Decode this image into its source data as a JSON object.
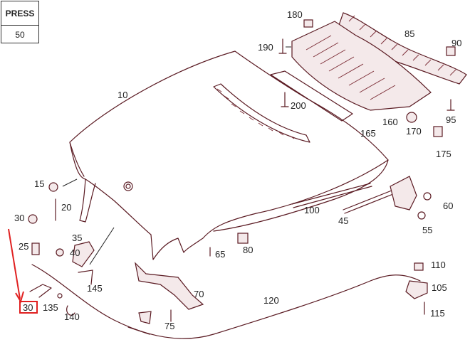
{
  "badge": {
    "label": "PRESS",
    "number": "50"
  },
  "callouts": {
    "p10": "10",
    "p15": "15",
    "p20": "20",
    "p25": "25",
    "p30": "30",
    "p30_highlight": "30",
    "p35": "35",
    "p40": "40",
    "p45": "45",
    "p55": "55",
    "p60": "60",
    "p65": "65",
    "p70": "70",
    "p75": "75",
    "p80": "80",
    "p85": "85",
    "p90": "90",
    "p95": "95",
    "p100": "100",
    "p105": "105",
    "p110": "110",
    "p115": "115",
    "p120": "120",
    "p135": "135",
    "p140": "140",
    "p145": "145",
    "p160": "160",
    "p165": "165",
    "p170": "170",
    "p175": "175",
    "p180": "180",
    "p190": "190",
    "p200": "200"
  },
  "colors": {
    "line": "#5a1a22",
    "highlight": "#e02020",
    "text": "#222222"
  }
}
